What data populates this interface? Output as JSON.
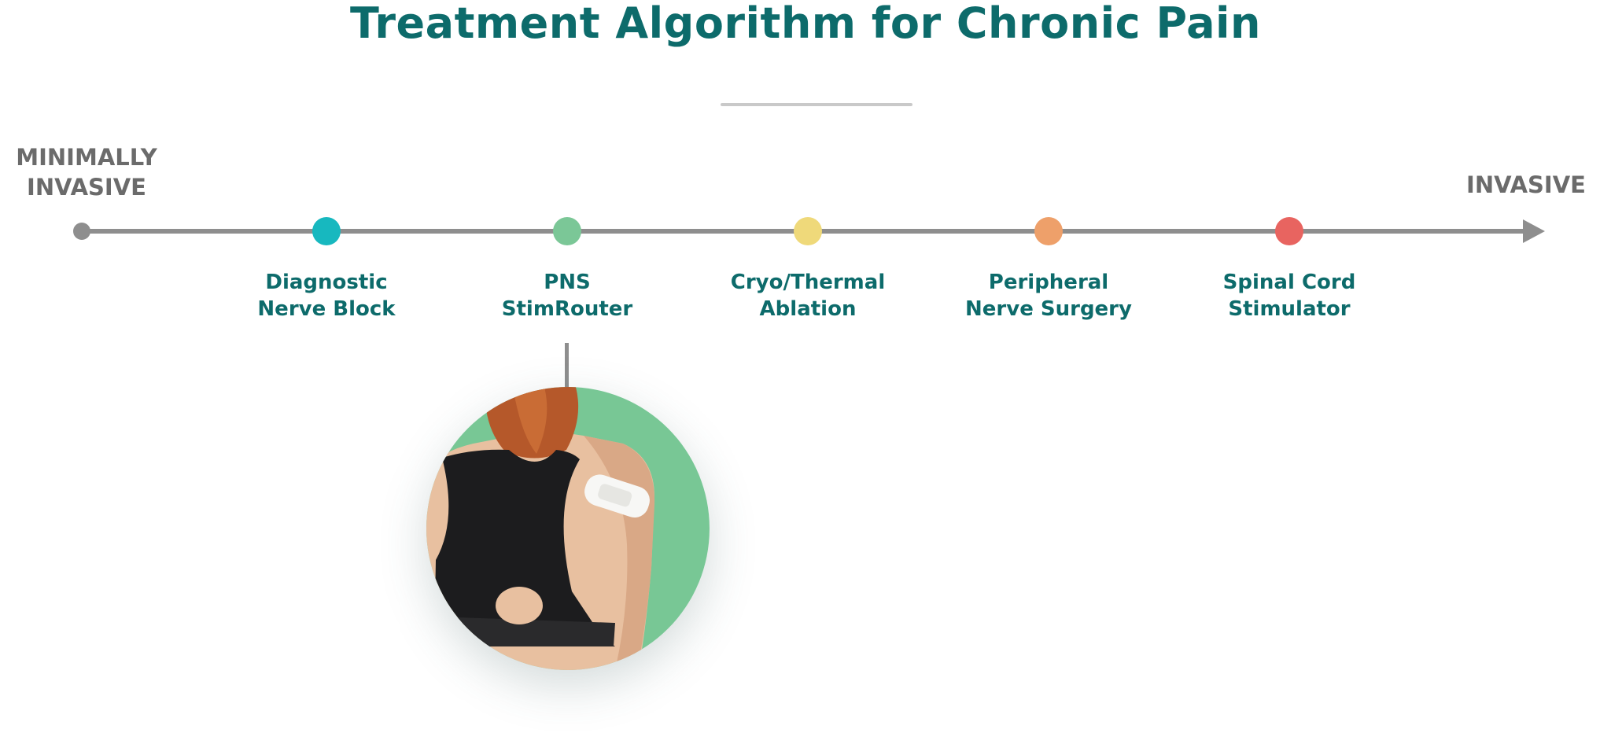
{
  "title": "Treatment Algorithm for Chronic Pain",
  "axis": {
    "left_label_line1": "MINIMALLY",
    "left_label_line2": "INVASIVE",
    "right_label": "INVASIVE",
    "line_color": "#8e8e8e",
    "start_dot_color": "#8e8e8e"
  },
  "stages": [
    {
      "line1": "Diagnostic",
      "line2": "Nerve Block",
      "color": "#17b8bf"
    },
    {
      "line1": "PNS",
      "line2": "StimRouter",
      "color": "#7bc797"
    },
    {
      "line1": "Cryo/Thermal",
      "line2": "Ablation",
      "color": "#efd97a"
    },
    {
      "line1": "Peripheral",
      "line2": "Nerve Surgery",
      "color": "#eea06a"
    },
    {
      "line1": "Spinal Cord",
      "line2": "Stimulator",
      "color": "#e86460"
    }
  ],
  "highlighted_stage": "PNS StimRouter",
  "photo": {
    "subject": "woman-back-with-shoulder-device",
    "background_color": "#78c795"
  }
}
